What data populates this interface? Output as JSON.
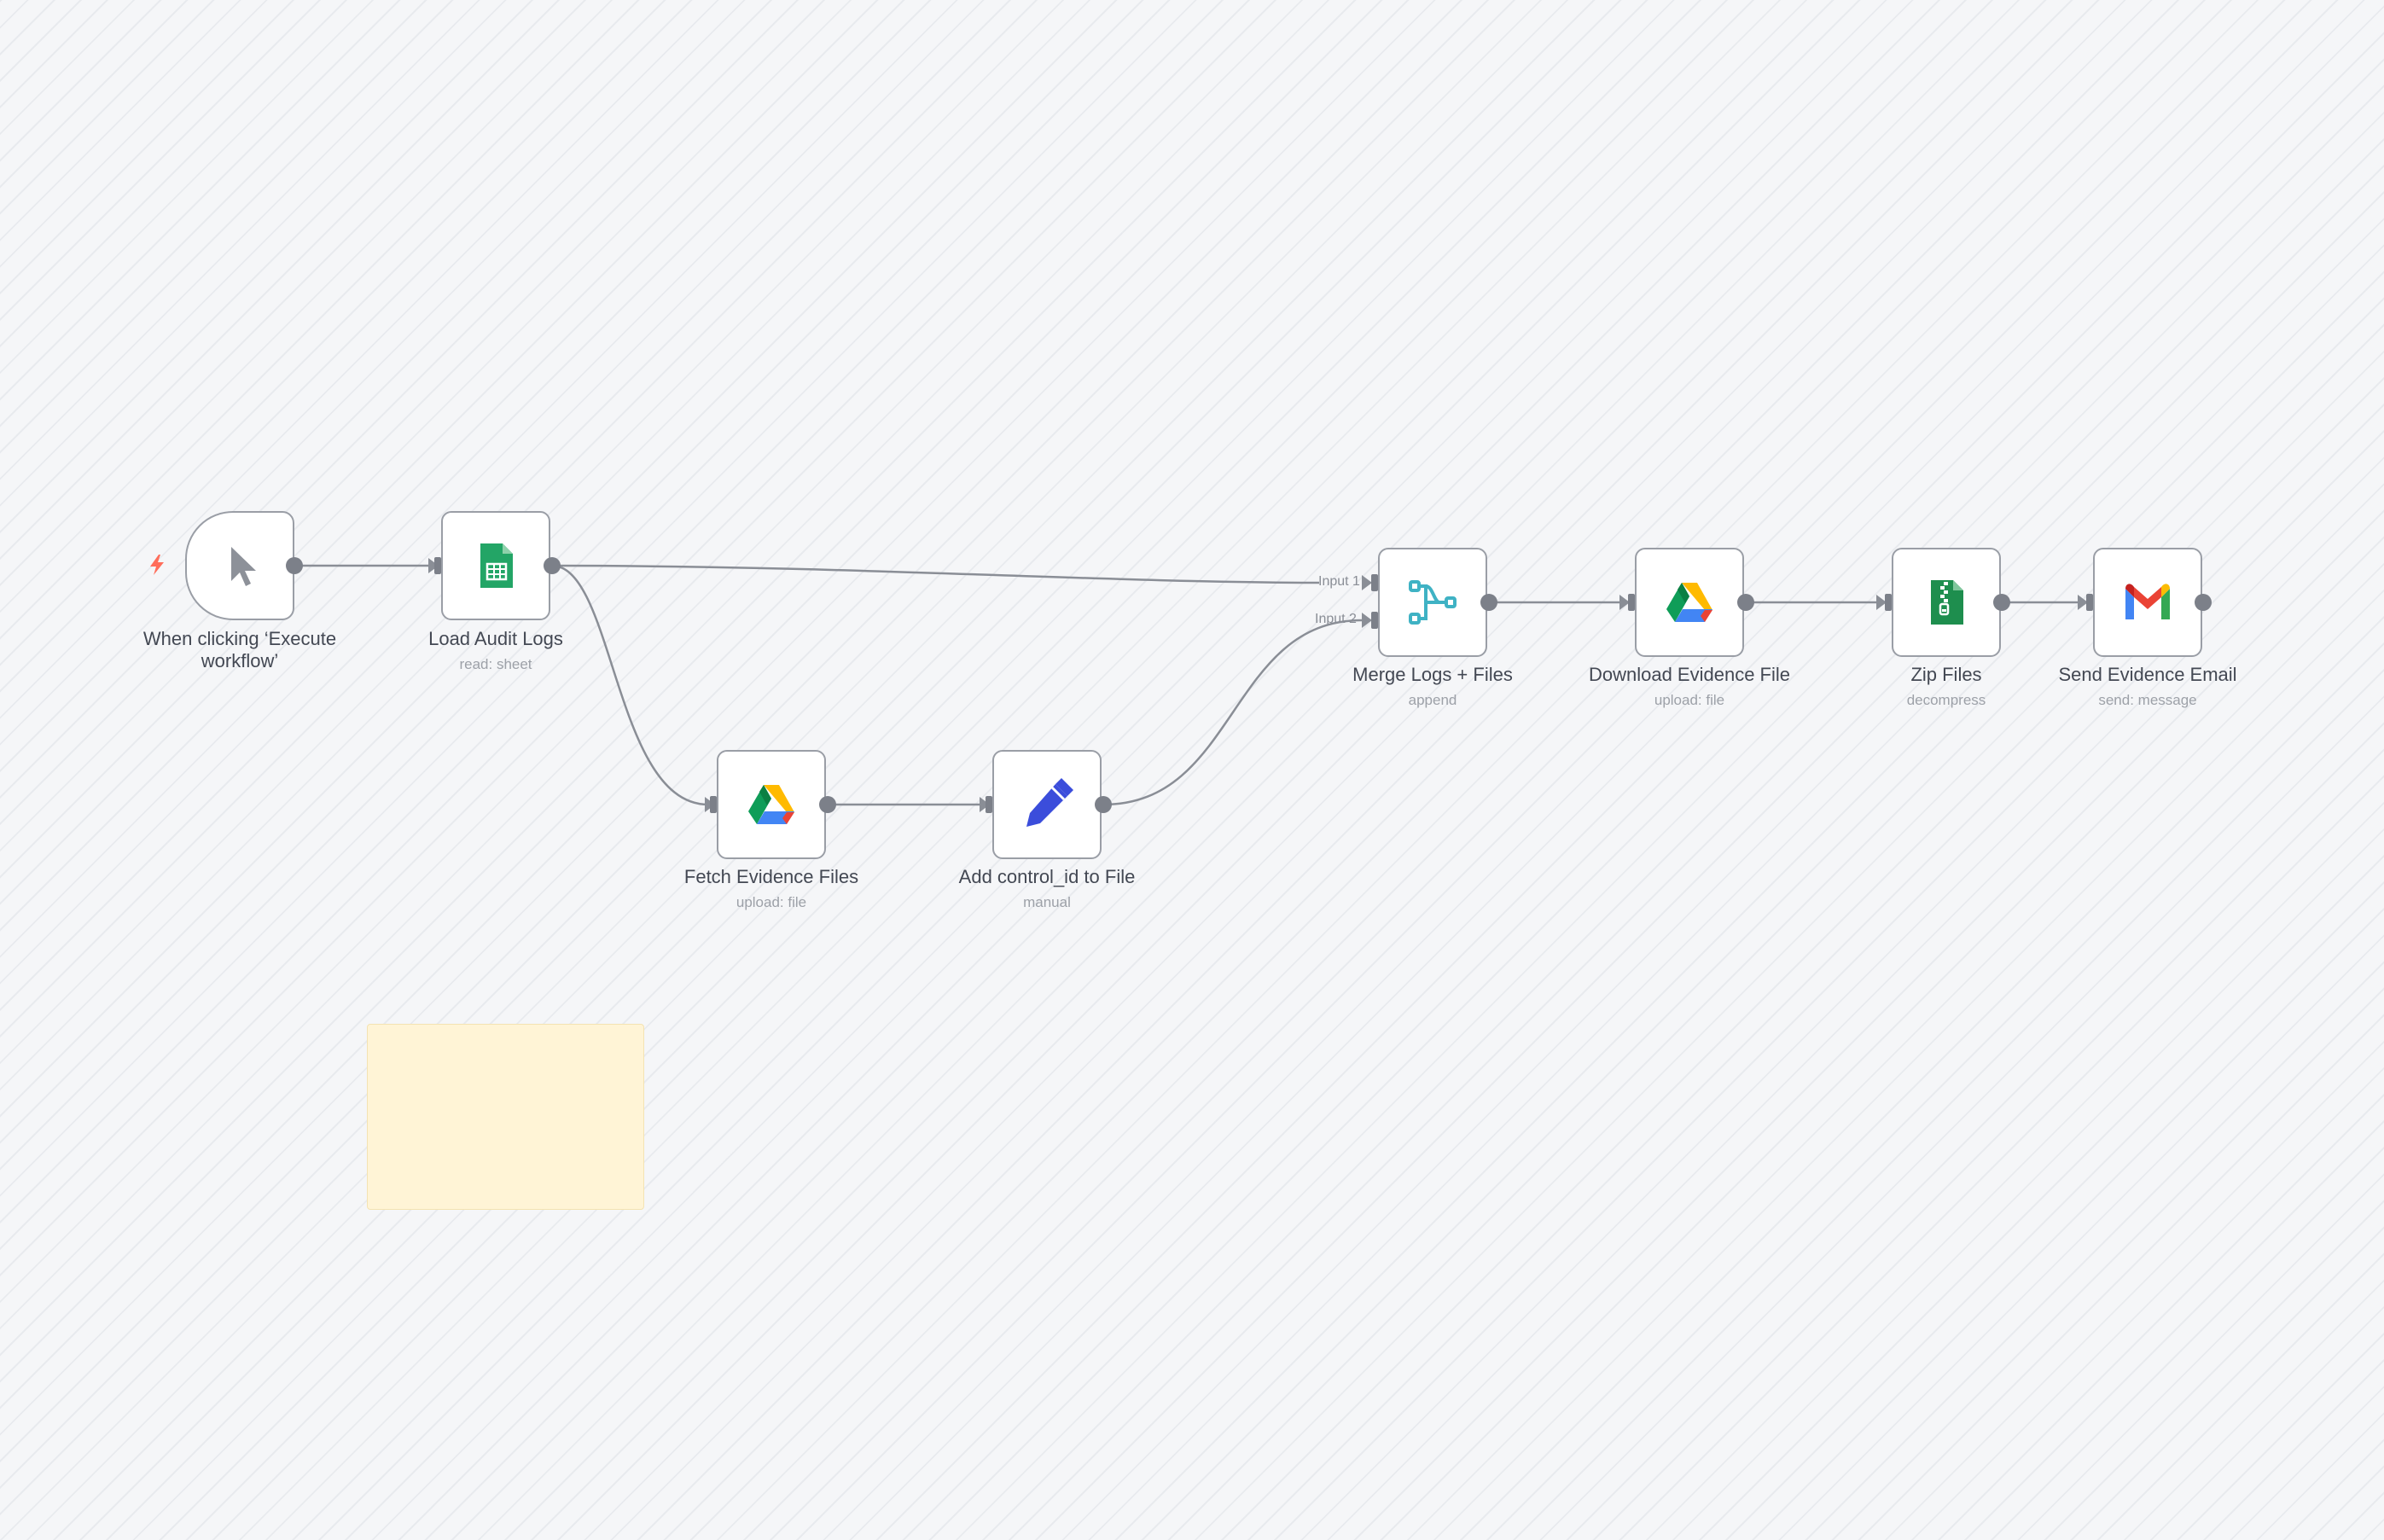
{
  "workflow": {
    "nodes": {
      "trigger": {
        "label": "When clicking ‘Execute workflow’",
        "icon": "mouse-pointer-icon"
      },
      "load_audit_logs": {
        "label": "Load Audit Logs",
        "sublabel": "read: sheet",
        "icon": "google-sheets-icon"
      },
      "fetch_evidence_files": {
        "label": "Fetch Evidence Files",
        "sublabel": "upload: file",
        "icon": "google-drive-icon"
      },
      "add_control_id": {
        "label": "Add control_id to File",
        "sublabel": "manual",
        "icon": "pencil-icon"
      },
      "merge_logs_files": {
        "label": "Merge Logs + Files",
        "sublabel": "append",
        "icon": "merge-icon",
        "inputs": [
          "Input 1",
          "Input 2"
        ]
      },
      "download_evidence_file": {
        "label": "Download Evidence File",
        "sublabel": "upload: file",
        "icon": "google-drive-icon"
      },
      "zip_files": {
        "label": "Zip Files",
        "sublabel": "decompress",
        "icon": "zip-file-icon"
      },
      "send_evidence_email": {
        "label": "Send Evidence Email",
        "sublabel": "send: message",
        "icon": "gmail-icon"
      }
    },
    "colors": {
      "canvas": "#f5f6f8",
      "edge": "#8a8e96",
      "node_border": "#9a9ea6",
      "sticky": "#fff4d6",
      "trigger_bolt": "#ff6d5a",
      "sheets_green": "#23a566",
      "merge_teal": "#3fb2c4",
      "pencil_blue": "#3b4ddb"
    }
  }
}
